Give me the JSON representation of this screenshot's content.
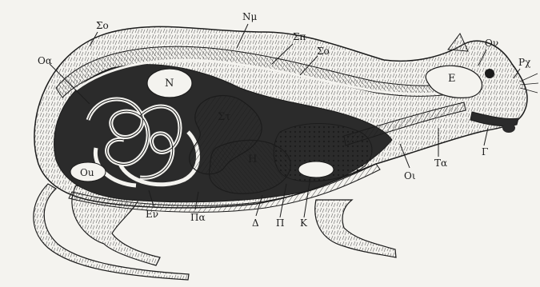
{
  "colors": {
    "background": "#f4f3ef",
    "ink": "#1c1c1c",
    "cavity": "#2b2b2b",
    "fur": "#e9e7e1"
  },
  "labels": {
    "so_left": "Σο",
    "nm": "Nμ",
    "sp": "Σπ",
    "so_right": "Σο",
    "on": "Ον",
    "px": "Ρχ",
    "oa": "Οα",
    "n": "Ν",
    "st": "Στ",
    "e": "Ε",
    "h": "Η",
    "ou": "Οu",
    "ev": "Εν",
    "pa": "Πα",
    "d": "Δ",
    "p": "Π",
    "k": "Κ",
    "oi": "Οι",
    "ta": "Τα",
    "g": "Γ"
  }
}
